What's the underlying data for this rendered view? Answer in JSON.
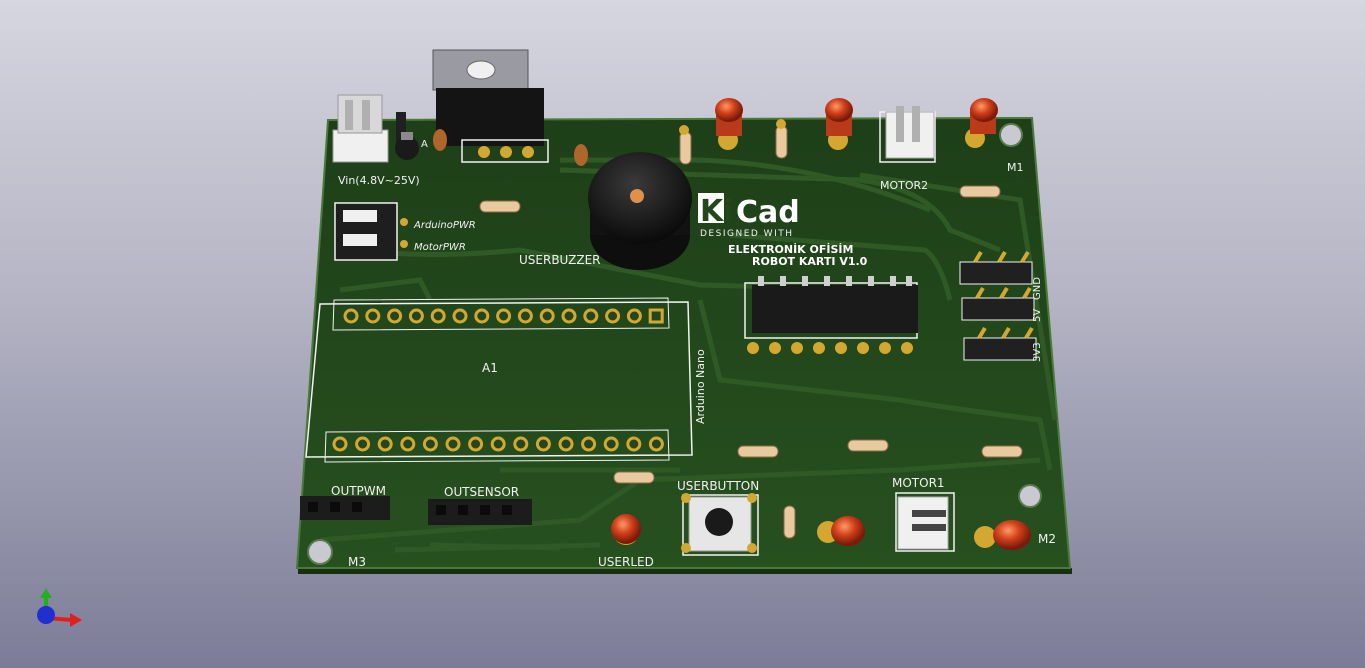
{
  "viewer": {
    "board_labels": {
      "vin": "Vin(4.8V~25V)",
      "arduino_pwr": "ArduinoPWR",
      "motor_pwr": "MotorPWR",
      "user_buzzer": "USERBUZZER",
      "logo_ki": "Ki",
      "logo_cad": "Cad",
      "logo_sub": "DESIGNED WITH",
      "title_line1": "ELEKTRONİK OFİSİM",
      "title_line2": "ROBOT KARTI V1.0",
      "a1": "A1",
      "arduino_nano": "Arduino Nano",
      "motor2": "MOTOR2",
      "m1": "M1",
      "gnd": "GND",
      "v5": "5V",
      "v3": "3V3",
      "outpwm": "OUTPWM",
      "outsensor": "OUTSENSOR",
      "userbutton": "USERBUTTON",
      "motor1": "MOTOR1",
      "m3": "M3",
      "userled": "USERLED",
      "m2": "M2",
      "diode_a": "A"
    },
    "colors": {
      "board": "#23461c",
      "board_edge": "#3d6b2f",
      "silk": "#f2f2f2",
      "pad": "#d4a830",
      "led": "#c8401a",
      "axis_x": "#e02020",
      "axis_y": "#20b020",
      "axis_z": "#2030d0"
    },
    "axes_icon": "xyz-axes-icon"
  }
}
